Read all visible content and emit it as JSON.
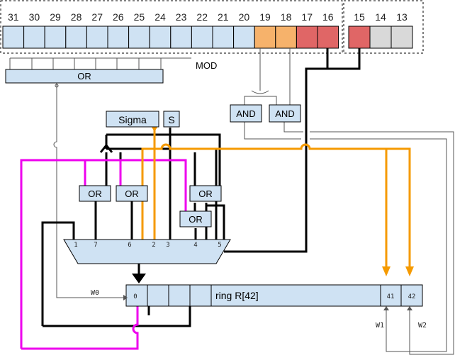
{
  "register_bits": [
    "31",
    "30",
    "29",
    "28",
    "27",
    "26",
    "25",
    "24",
    "23",
    "22",
    "21",
    "20",
    "19",
    "18",
    "17",
    "16"
  ],
  "extra_bits": [
    "15",
    "14",
    "13"
  ],
  "colors": {
    "cell_blue": "#cfe2f3",
    "cell_orange": "#f6b26b",
    "cell_red": "#e06666",
    "cell_gray": "#d9d9d9",
    "wire_black": "#000000",
    "wire_magenta": "#ee00ee",
    "wire_orange": "#f59a00",
    "wire_gray": "#555555"
  },
  "labels": {
    "or": "OR",
    "and": "AND",
    "mod": "MOD",
    "sigma": "Sigma",
    "s": "S",
    "ring": "ring R[42]",
    "w0": "W0",
    "w1": "W1",
    "w2": "W2"
  },
  "mux_inputs": [
    "1",
    "7",
    "6",
    "2",
    "3",
    "4",
    "5"
  ],
  "ring_cells": [
    "0",
    "41",
    "42"
  ]
}
